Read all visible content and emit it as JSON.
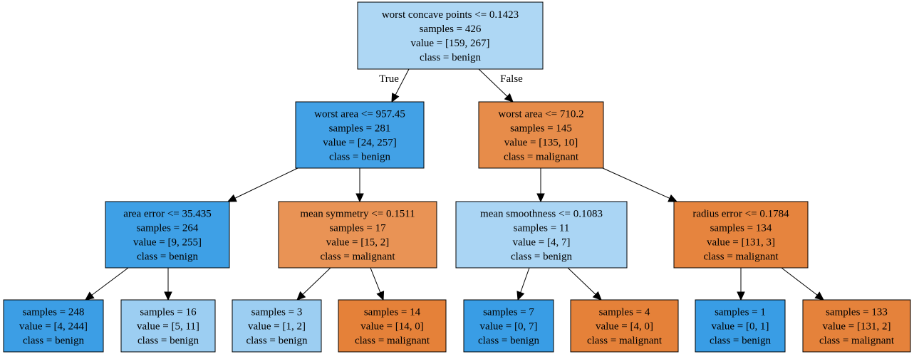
{
  "colors": {
    "benign_dark": "#399de5",
    "benign_mid": "#aad5f4",
    "benign_light": "#9ccef2",
    "benign_soft": "#41a1e6",
    "malignant_dark": "#e58139",
    "malignant_mid": "#eb9254",
    "malignant_soft": "#e68742",
    "border": "#000000"
  },
  "nodes": [
    {
      "id": "n0",
      "color": "#aed7f4",
      "lines": [
        "worst concave points <= 0.1423",
        "samples = 426",
        "value = [159, 267]",
        "class = benign"
      ]
    },
    {
      "id": "n1",
      "color": "#42a1e6",
      "lines": [
        "worst area <= 957.45",
        "samples = 281",
        "value = [24, 257]",
        "class = benign"
      ]
    },
    {
      "id": "n2",
      "color": "#e78c4a",
      "lines": [
        "worst area <= 710.2",
        "samples = 145",
        "value = [135, 10]",
        "class = malignant"
      ]
    },
    {
      "id": "n3",
      "color": "#3ea0e6",
      "lines": [
        "area error <= 35.435",
        "samples = 264",
        "value = [9, 255]",
        "class = benign"
      ]
    },
    {
      "id": "n4",
      "color": "#e99355",
      "lines": [
        "mean symmetry <= 0.1511",
        "samples = 17",
        "value = [15, 2]",
        "class = malignant"
      ]
    },
    {
      "id": "n5",
      "color": "#aad5f4",
      "lines": [
        "mean smoothness <= 0.1083",
        "samples = 11",
        "value = [4, 7]",
        "class = benign"
      ]
    },
    {
      "id": "n6",
      "color": "#e6843e",
      "lines": [
        "radius error <= 0.1784",
        "samples = 134",
        "value = [131, 3]",
        "class = malignant"
      ]
    },
    {
      "id": "n7",
      "color": "#3c9ee5",
      "lines": [
        "samples = 248",
        "value = [4, 244]",
        "class = benign"
      ]
    },
    {
      "id": "n8",
      "color": "#9ccef2",
      "lines": [
        "samples = 16",
        "value = [5, 11]",
        "class = benign"
      ]
    },
    {
      "id": "n9",
      "color": "#9ccef2",
      "lines": [
        "samples = 3",
        "value = [1, 2]",
        "class = benign"
      ]
    },
    {
      "id": "n10",
      "color": "#e58139",
      "lines": [
        "samples = 14",
        "value = [14, 0]",
        "class = malignant"
      ]
    },
    {
      "id": "n11",
      "color": "#399de5",
      "lines": [
        "samples = 7",
        "value = [0, 7]",
        "class = benign"
      ]
    },
    {
      "id": "n12",
      "color": "#e58139",
      "lines": [
        "samples = 4",
        "value = [4, 0]",
        "class = malignant"
      ]
    },
    {
      "id": "n13",
      "color": "#399de5",
      "lines": [
        "samples = 1",
        "value = [0, 1]",
        "class = benign"
      ]
    },
    {
      "id": "n14",
      "color": "#e5823b",
      "lines": [
        "samples = 133",
        "value = [131, 2]",
        "class = malignant"
      ]
    }
  ],
  "edges": [
    {
      "from": "n0",
      "to": "n1",
      "label": "True"
    },
    {
      "from": "n0",
      "to": "n2",
      "label": "False"
    },
    {
      "from": "n1",
      "to": "n3",
      "label": ""
    },
    {
      "from": "n1",
      "to": "n4",
      "label": ""
    },
    {
      "from": "n2",
      "to": "n5",
      "label": ""
    },
    {
      "from": "n2",
      "to": "n6",
      "label": ""
    },
    {
      "from": "n3",
      "to": "n7",
      "label": ""
    },
    {
      "from": "n3",
      "to": "n8",
      "label": ""
    },
    {
      "from": "n4",
      "to": "n9",
      "label": ""
    },
    {
      "from": "n4",
      "to": "n10",
      "label": ""
    },
    {
      "from": "n5",
      "to": "n11",
      "label": ""
    },
    {
      "from": "n5",
      "to": "n12",
      "label": ""
    },
    {
      "from": "n6",
      "to": "n13",
      "label": ""
    },
    {
      "from": "n6",
      "to": "n14",
      "label": ""
    }
  ]
}
